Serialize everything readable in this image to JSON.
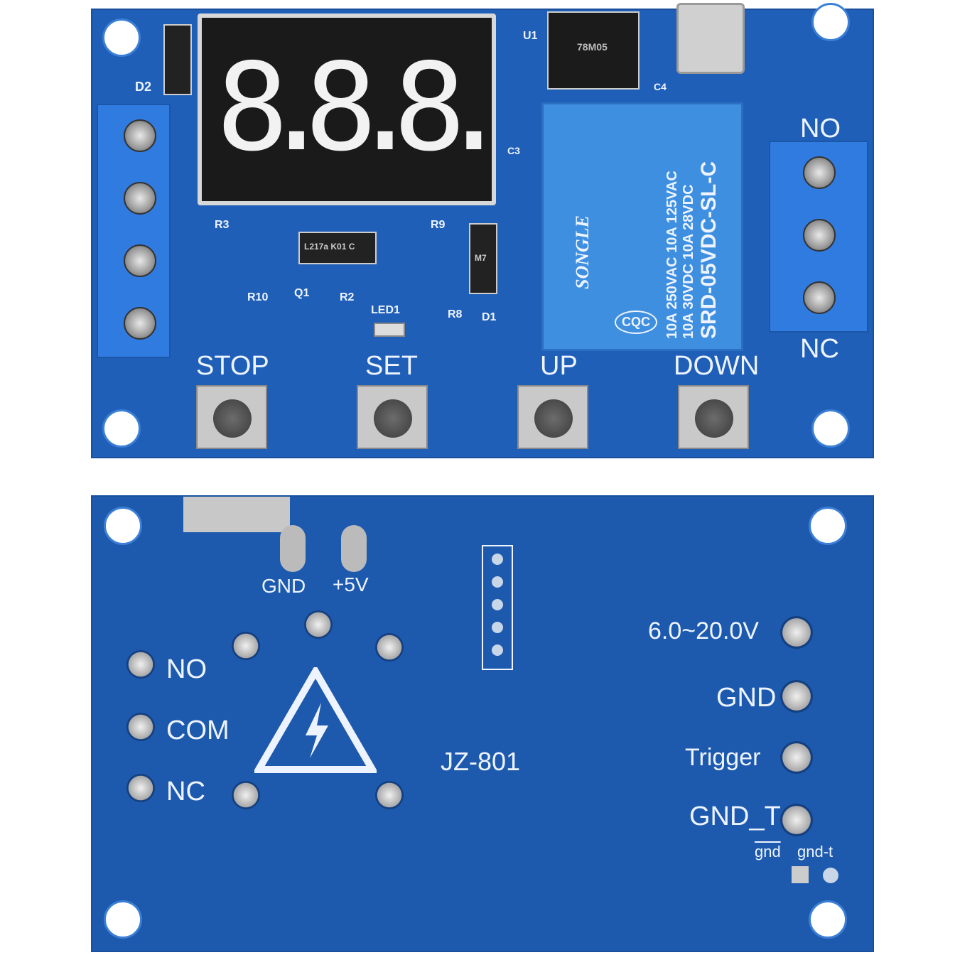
{
  "top_board": {
    "display": {
      "digits": "8.8.8."
    },
    "labels": {
      "d2": "D2",
      "r3": "R3",
      "r9": "R9",
      "r10": "R10",
      "q1": "Q1",
      "r2": "R2",
      "led1": "LED1",
      "r8": "R8",
      "d1": "D1",
      "u1": "U1",
      "c3": "C3",
      "c4": "C4",
      "no": "NO",
      "nc": "NC",
      "optocoupler": "L217a K01 C",
      "regulator": "78M05",
      "diode_marking": "M7"
    },
    "relay": {
      "brand": "SONGLE",
      "line1": "10A 250VAC 10A 125VAC",
      "line2": "10A 30VDC 10A 28VDC",
      "model": "SRD-05VDC-SL-C",
      "cert": "CQC"
    },
    "buttons": [
      {
        "label": "STOP"
      },
      {
        "label": "SET"
      },
      {
        "label": "UP"
      },
      {
        "label": "DOWN"
      }
    ]
  },
  "bottom_board": {
    "labels": {
      "gnd_usb": "GND",
      "plus5v": "+5V",
      "no": "NO",
      "com": "COM",
      "nc": "NC",
      "model": "JZ-801",
      "voltage": "6.0~20.0V",
      "gnd": "GND",
      "trigger": "Trigger",
      "gnd_t": "GND_T",
      "gnd_small": "gnd",
      "gnd_t_small": "gnd-t"
    }
  },
  "colors": {
    "pcb": "#1f5fb8",
    "terminal": "#2f7be0",
    "relay": "#3f8fe0",
    "silkscreen": "#eef4ff"
  }
}
